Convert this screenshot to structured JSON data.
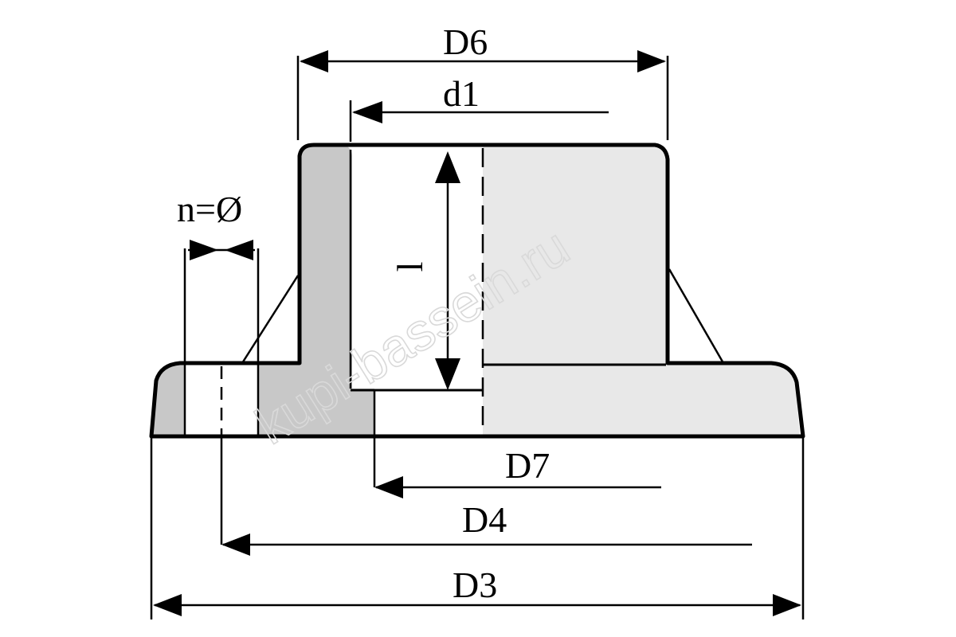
{
  "diagram": {
    "labels": {
      "D6": "D6",
      "d1": "d1",
      "n_holes": "n=Ø",
      "length": "l",
      "D7": "D7",
      "D4": "D4",
      "D3": "D3"
    },
    "watermark": "kupi-bassein.ru",
    "colors": {
      "outline": "#000000",
      "fill_gray": "#c8c8c8",
      "fill_light": "#e8e8e8",
      "background": "#ffffff"
    }
  }
}
